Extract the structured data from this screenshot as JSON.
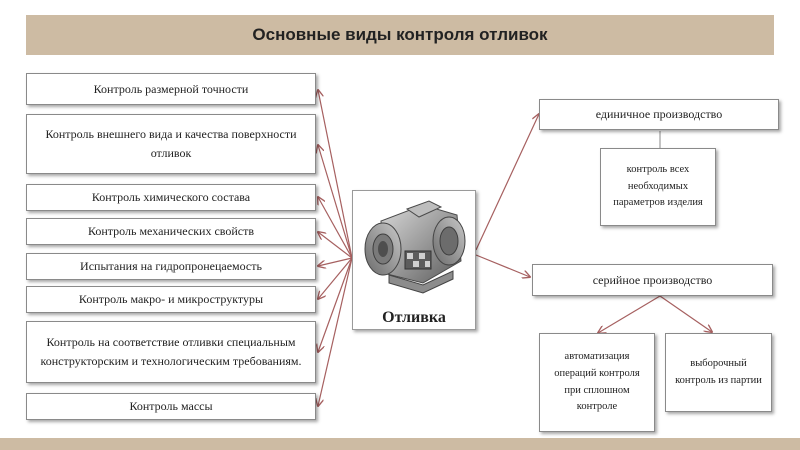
{
  "title": "Основные виды контроля отливок",
  "center": {
    "label": "Отливка"
  },
  "left_items": [
    "Контроль размерной точности",
    "Контроль внешнего вида и  качества поверхности отливок",
    "Контроль химического состава",
    "Контроль механических свойств",
    "Испытания на гидропронецаемость",
    "Контроль макро- и микроструктуры",
    "Контроль на соответствие отливки специальным конструкторским  и технологическим требованиям.",
    "Контроль массы"
  ],
  "right": {
    "single": {
      "label": "единичное производство",
      "detail": "контроль всех необходимых параметров изделия"
    },
    "serial": {
      "label": "серийное производство",
      "option_a": "автоматизация операций контроля при сплошном контроле",
      "option_b": "выборочный контроль из партии"
    }
  },
  "colors": {
    "header": "#cdbba3",
    "line": "#a66060",
    "border": "#8a8a8a"
  }
}
